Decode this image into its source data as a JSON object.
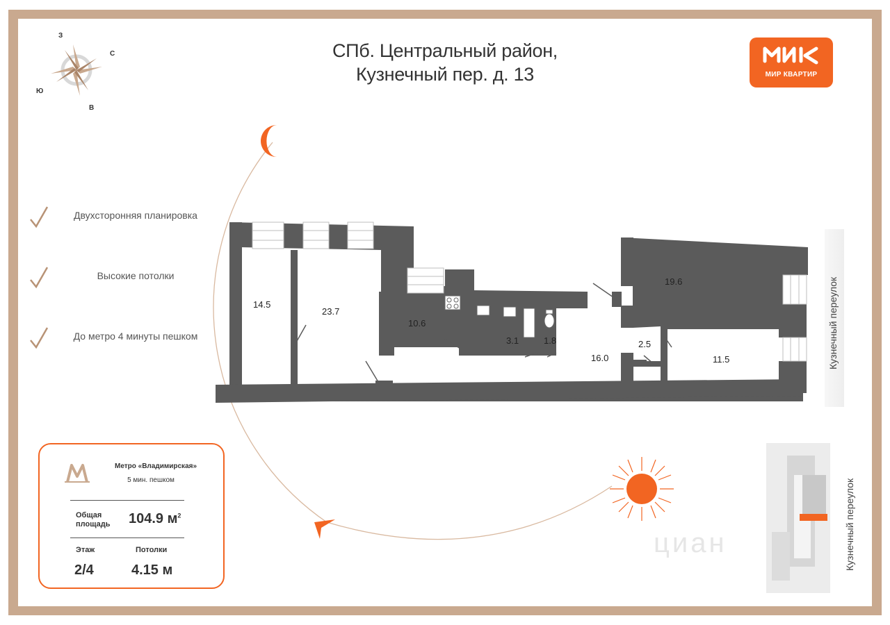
{
  "header": {
    "title_line1": "СПб. Центральный район,",
    "title_line2": "Кузнечный пер. д. 13"
  },
  "logo": {
    "name": "МИР КВАРТИР",
    "color": "#f26522",
    "icon": "logo-icon"
  },
  "compass": {
    "north": "З",
    "east": "С",
    "south": "В",
    "west": "Ю",
    "icon": "compass-rose-icon"
  },
  "features": [
    {
      "label": "Двухсторонняя планировка",
      "icon": "check-icon"
    },
    {
      "label": "Высокие потолки",
      "icon": "check-icon"
    },
    {
      "label": "До метро 4 минуты пешком",
      "icon": "check-icon"
    }
  ],
  "info": {
    "metro_name": "Метро «Владимирская»",
    "metro_walk": "5 мин. пешком",
    "metro_icon": "metro-logo-icon",
    "area_label_line1": "Общая",
    "area_label_line2": "площадь",
    "area_value": "104.9 м",
    "area_unit_sup": "2",
    "floor_label": "Этаж",
    "floor_value": "2/4",
    "ceiling_label": "Потолки",
    "ceiling_value": "4.15 м"
  },
  "plan": {
    "rooms": [
      {
        "id": "room-1",
        "area": "14.5"
      },
      {
        "id": "room-2",
        "area": "23.7"
      },
      {
        "id": "kitchen",
        "area": "10.6"
      },
      {
        "id": "bathroom",
        "area": "3.1"
      },
      {
        "id": "toilet",
        "area": "1.8"
      },
      {
        "id": "hall",
        "area": "16.0"
      },
      {
        "id": "room-3",
        "area": "19.6"
      },
      {
        "id": "closet",
        "area": "2.5"
      },
      {
        "id": "room-4",
        "area": "11.5"
      }
    ],
    "street_label": "Кузнечный переулок",
    "wall_color": "#5b5b5b",
    "accent_color": "#f26522"
  },
  "location_map": {
    "street_label": "Кузнечный переулок",
    "watermark": "циан"
  },
  "sun_path": {
    "moon_icon": "moon-icon",
    "sun_icon": "sun-icon",
    "arrow_icon": "arrow-icon"
  }
}
